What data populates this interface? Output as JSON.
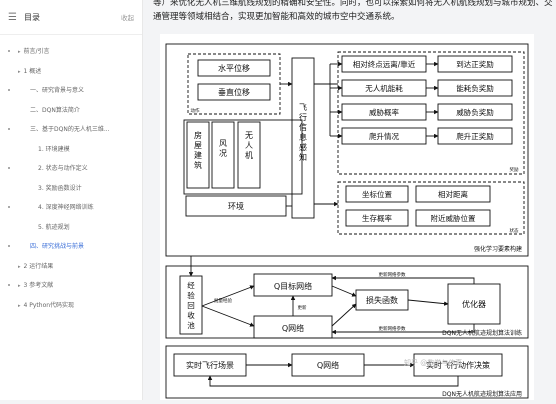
{
  "sidebar": {
    "title": "目录",
    "collapse_label": "收起",
    "items": [
      {
        "label": "前言/引言",
        "level": 0
      },
      {
        "label": "1 概述",
        "level": 0
      },
      {
        "label": "一、研究背景与意义",
        "level": 1
      },
      {
        "label": "二、DQN算法简介",
        "level": 1
      },
      {
        "label": "三、基于DQN的无人机三维...",
        "level": 1
      },
      {
        "label": "1. 环境建模",
        "level": 2
      },
      {
        "label": "2. 状态与动作定义",
        "level": 2
      },
      {
        "label": "3. 奖励函数设计",
        "level": 2
      },
      {
        "label": "4. 深度神经网络训练",
        "level": 2
      },
      {
        "label": "5. 航迹规划",
        "level": 2
      },
      {
        "label": "四、研究挑战与前景",
        "level": 1
      },
      {
        "label": "2 运行结果",
        "level": 0
      },
      {
        "label": "3 参考文献",
        "level": 0
      },
      {
        "label": "4 Python代码实现",
        "level": 0
      }
    ],
    "active_index": 10
  },
  "article": {
    "paragraph": "等）来优化无人机三维航线规划的精确和安全性。同时，也可以探索如何将无人机航线规划与城市规划、交通管理等领域相结合，实现更加智能和高效的城市空中交通系统。"
  },
  "diagram": {
    "actions": {
      "horizontal": "水平位移",
      "vertical": "垂直位移",
      "label": "动作"
    },
    "env_blocks": [
      "房屋建筑",
      "风况",
      "无人机"
    ],
    "environment": "环境",
    "flight_info": "飞行信息感知",
    "reward_conditions": [
      "相对终点远离/靠近",
      "无人机能耗",
      "威胁概率",
      "爬升情况"
    ],
    "rewards": [
      "到达正奖励",
      "能耗负奖励",
      "威胁负奖励",
      "爬升正奖励"
    ],
    "reward_label": "奖励",
    "states": [
      "坐标位置",
      "相对距离",
      "生存概率",
      "附近威胁位置"
    ],
    "state_label": "状态",
    "rl_caption": "强化学习要素构建",
    "experience": "经验回收池",
    "batch_label": "批量经验",
    "target_net": "Q目标网络",
    "q_net": "Q网络",
    "update_label": "更新",
    "update_params_top": "更新网络参数",
    "update_params_bottom": "更新网络参数",
    "loss": "损失函数",
    "optimizer": "优化器",
    "train_caption": "DQN无人机航迹规划算法训练",
    "realtime_scene": "实时飞行场景",
    "q_net2": "Q网络",
    "realtime_decision": "实时飞行动作决策",
    "apply_caption": "DQN无人机航迹规划算法应用"
  },
  "watermark": "知乎 @数学与仿真"
}
